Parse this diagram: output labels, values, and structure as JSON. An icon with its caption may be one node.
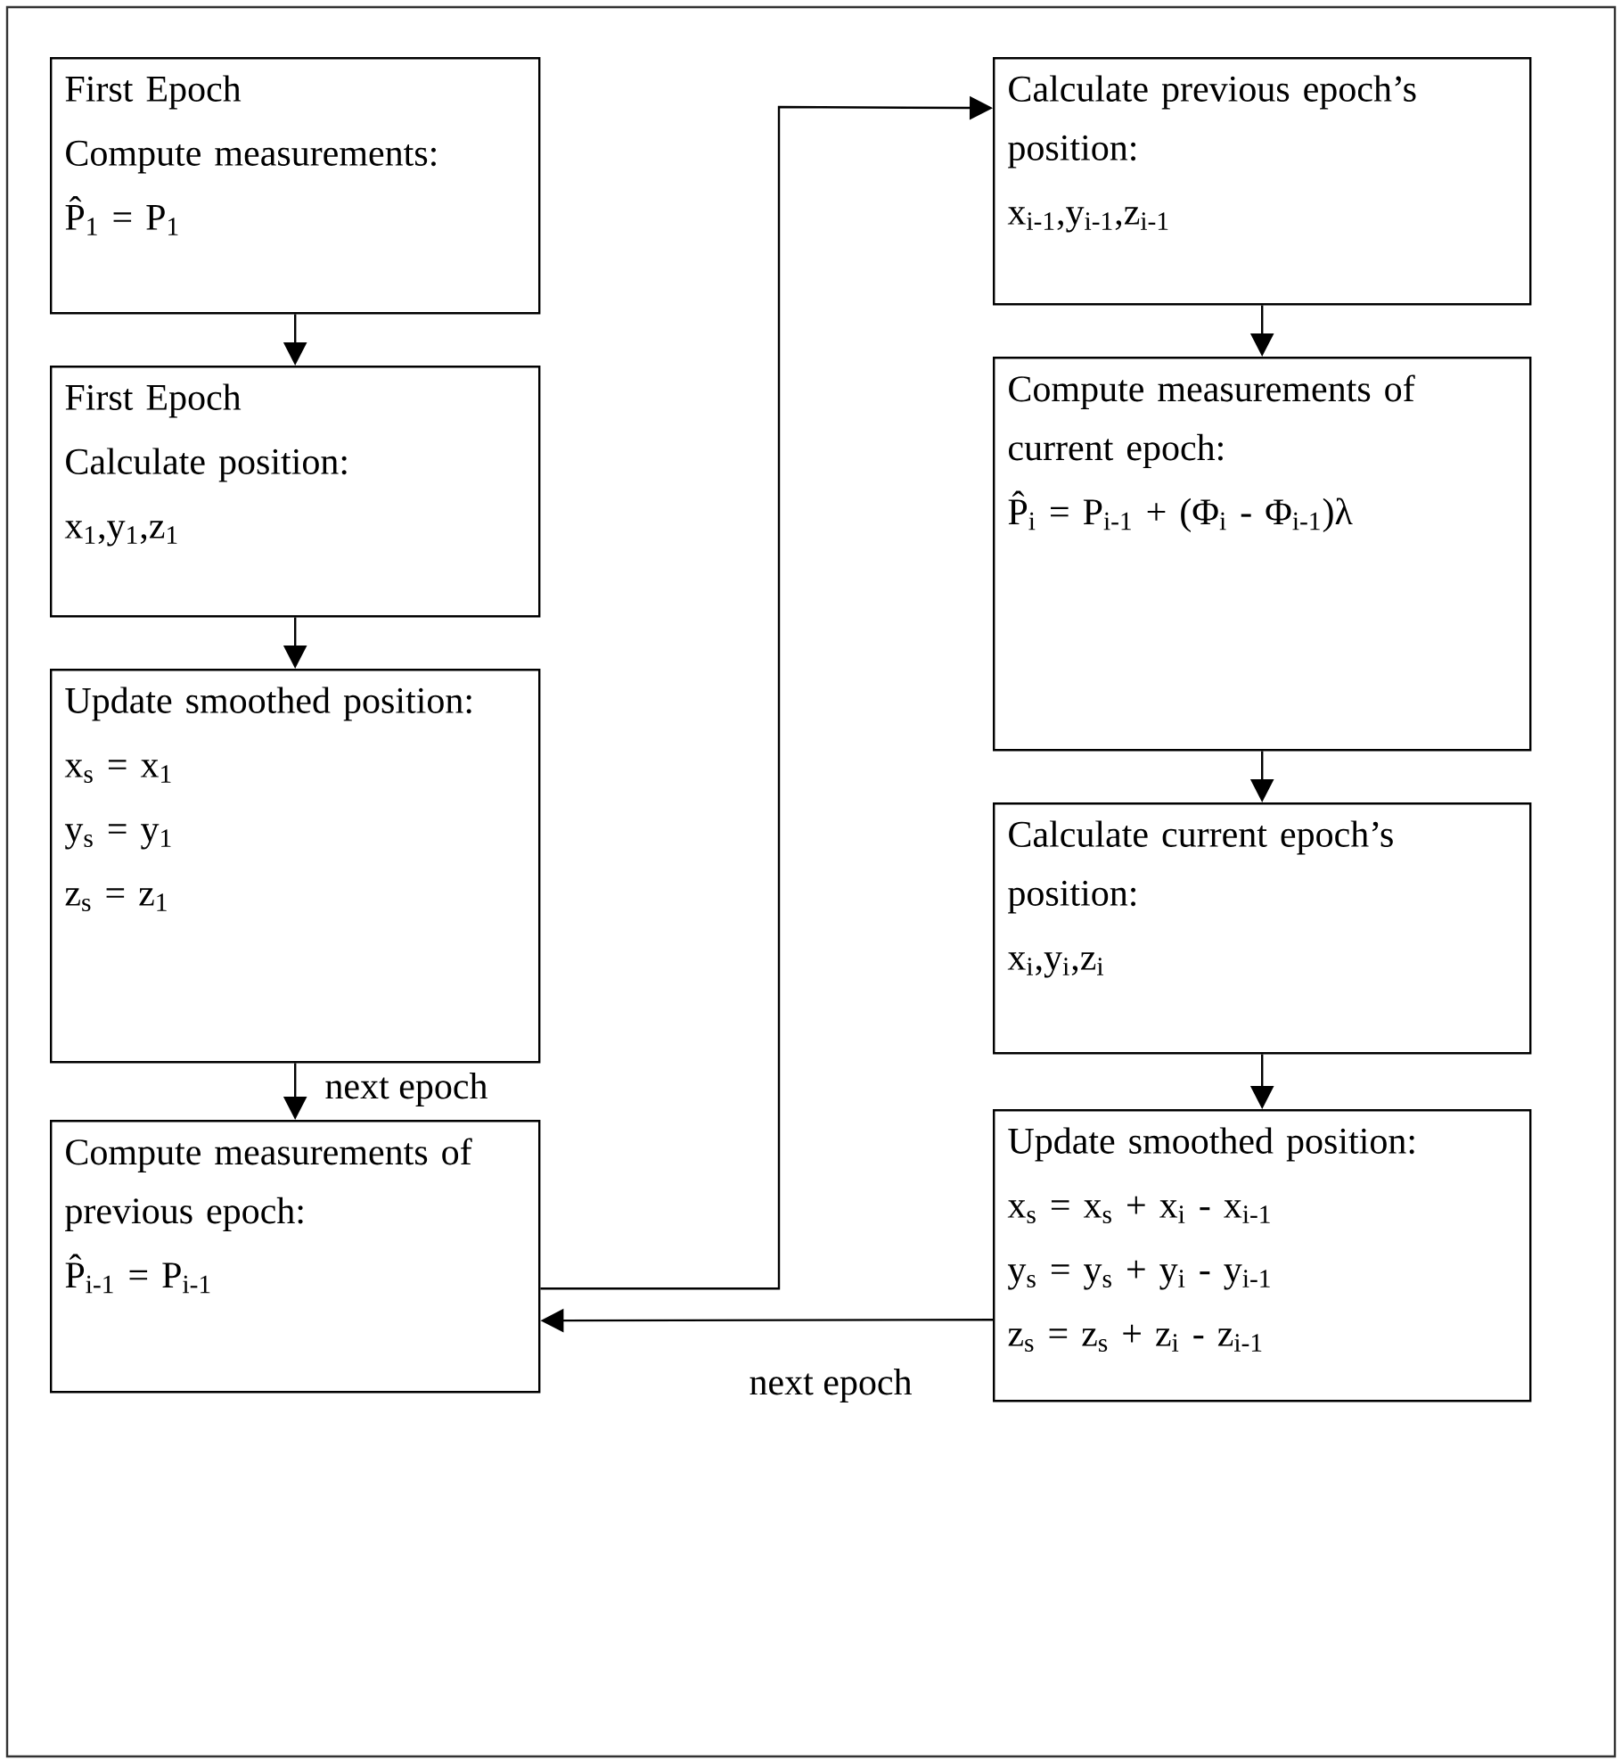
{
  "diagram": {
    "nodes": [
      {
        "text": [
          "First Epoch",
          "Compute measurements:",
          "P̂$_{1}$ = P$_{1}$"
        ]
      },
      {
        "text": [
          "First Epoch",
          "Calculate position:",
          "x$_{1}$,y$_{1}$,z$_{1}$"
        ]
      },
      {
        "text": [
          "Update smoothed position:",
          "x$_{s}$ = x$_{1}$",
          "y$_{s}$ = y$_{1}$",
          "z$_{s}$ = z$_{1}$"
        ]
      },
      {
        "text": [
          "Compute measurements of previous epoch:",
          "P̂$_{i-1}$ = P$_{i-1}$"
        ]
      },
      {
        "text": [
          "Calculate previous epoch’s position:",
          "x$_{i-1}$,y$_{i-1}$,z$_{i-1}$"
        ]
      },
      {
        "text": [
          "Compute measurements of current epoch:",
          "P̂$_{i}$ = P$_{i-1}$ + (Φ$_{i}$ - Φ$_{i-1}$)λ"
        ]
      },
      {
        "text": [
          "Calculate current epoch’s position:",
          "x$_{i}$,y$_{i}$,z$_{i}$"
        ]
      },
      {
        "text": [
          "Update smoothed position:",
          "x$_{s}$ = x$_{s}$ + x$_{i}$ - x$_{i-1}$",
          "y$_{s}$ = y$_{s}$ + y$_{i}$ - y$_{i-1}$",
          "z$_{s}$ = z$_{s}$ + z$_{i}$ - z$_{i-1}$"
        ]
      }
    ],
    "edges": [
      {
        "from": 0,
        "to": 1,
        "arrow": "to"
      },
      {
        "from": 1,
        "to": 2,
        "arrow": "to"
      },
      {
        "from": 2,
        "to": 3,
        "arrow": "to",
        "label": "next epoch"
      },
      {
        "from": 3,
        "to": 4,
        "arrow": "to"
      },
      {
        "from": 4,
        "to": 5,
        "arrow": "to"
      },
      {
        "from": 5,
        "to": 6,
        "arrow": "to"
      },
      {
        "from": 6,
        "to": 7,
        "arrow": "to"
      },
      {
        "from": 7,
        "to": 3,
        "arrow": "to",
        "label": "next epoch"
      }
    ]
  }
}
